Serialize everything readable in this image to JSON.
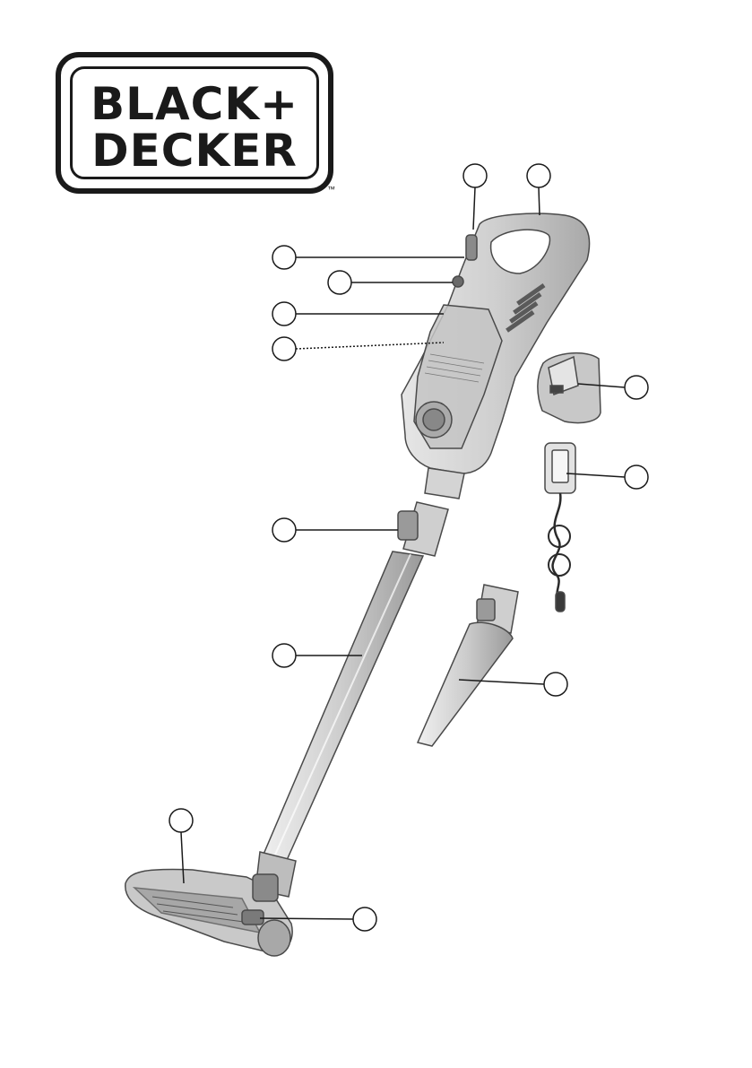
{
  "logo": {
    "line1": "BLACK+",
    "line2": "DECKER",
    "trademark": "™"
  },
  "colors": {
    "ink": "#1a1a1a",
    "body_light": "#d8d8d8",
    "body_mid": "#bdbdbd",
    "body_dark": "#8c8c8c"
  },
  "callouts": {
    "count": 13,
    "labels": []
  }
}
